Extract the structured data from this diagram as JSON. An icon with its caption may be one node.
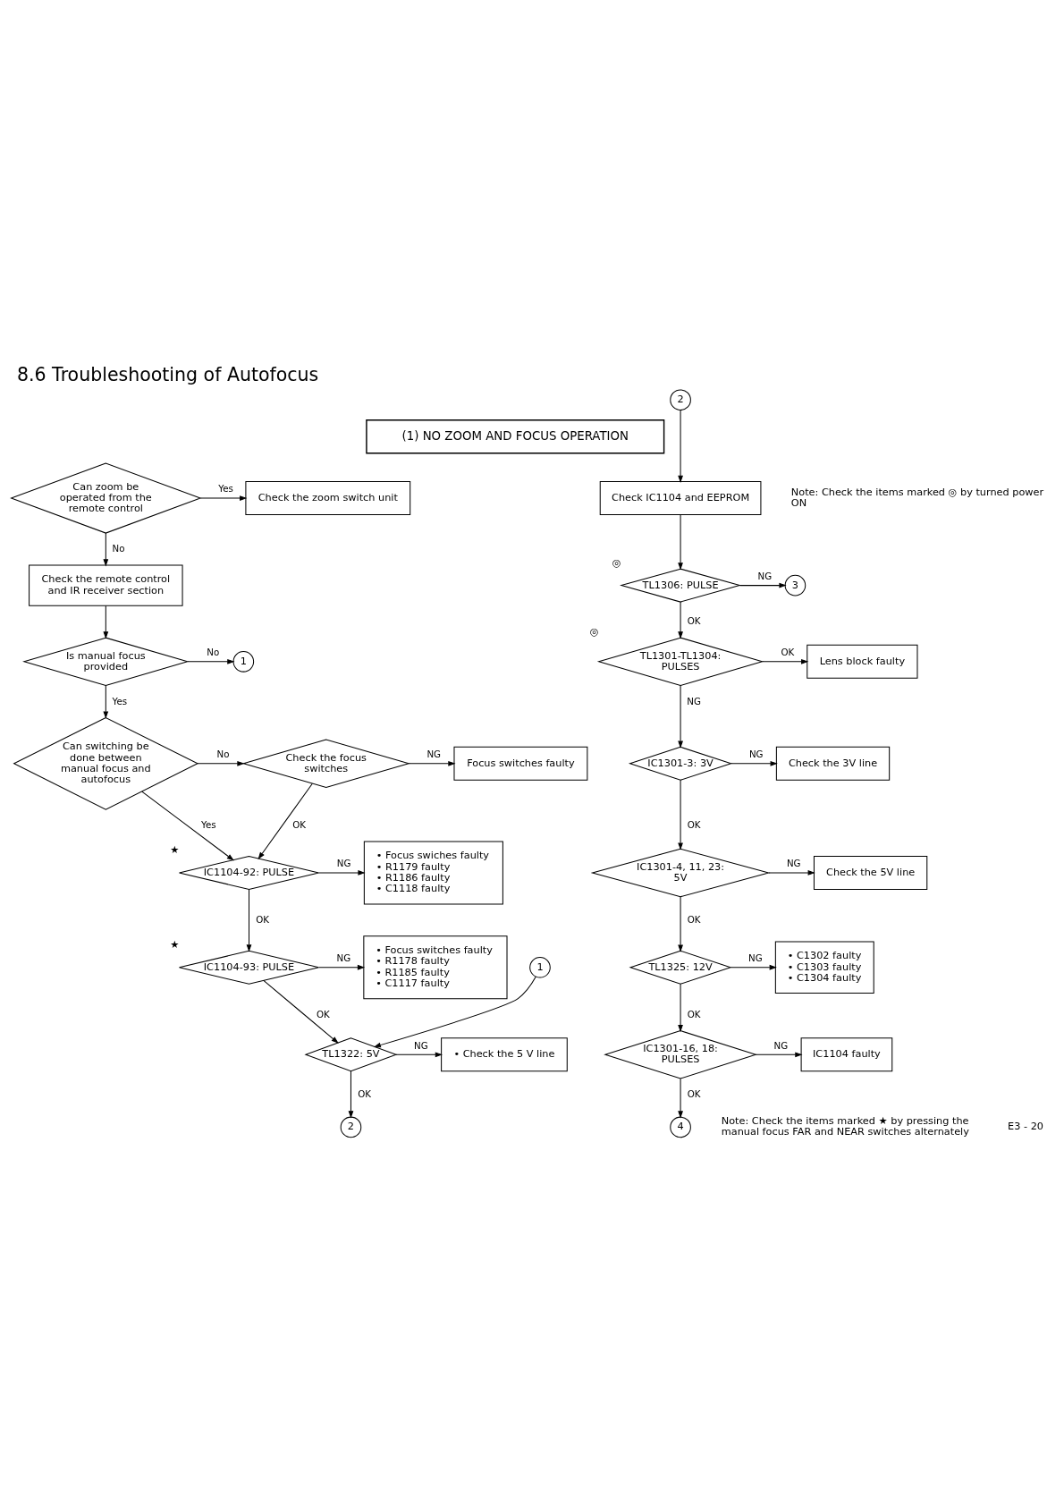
{
  "diagram": {
    "title": "8.6 Troubleshooting of Autofocus",
    "nodes": [
      {
        "text": [
          "(1) NO ZOOM AND FOCUS OPERATION"
        ]
      },
      {
        "text": [
          "Can zoom be operated from the remote control"
        ]
      },
      {
        "text": [
          "Check the zoom switch unit"
        ]
      },
      {
        "text": [
          "Check the remote control and IR receiver section"
        ]
      },
      {
        "text": [
          "Is manual focus provided"
        ]
      },
      {
        "text": [
          "1"
        ]
      },
      {
        "text": [
          "Can switching be done between manual focus and autofocus"
        ]
      },
      {
        "text": [
          "Check the focus switches"
        ]
      },
      {
        "text": [
          "Focus switches faulty"
        ]
      },
      {
        "text": [
          "IC1104-92: PULSE"
        ],
        "beside": [
          "★"
        ]
      },
      {
        "text": [
          "• Focus swiches faulty",
          "• R1179 faulty",
          "• R1186 faulty",
          "• C1118 faulty"
        ]
      },
      {
        "text": [
          "IC1104-93: PULSE"
        ],
        "beside": [
          "★"
        ]
      },
      {
        "text": [
          "• Focus switches faulty",
          "• R1178 faulty",
          "• R1185 faulty",
          "• C1117 faulty"
        ]
      },
      {
        "text": [
          "1"
        ]
      },
      {
        "text": [
          "TL1322: 5V"
        ]
      },
      {
        "text": [
          "• Check the 5 V line"
        ]
      },
      {
        "text": [
          "2"
        ]
      },
      {
        "text": [
          "2"
        ]
      },
      {
        "text": [
          "Check IC1104 and EEPROM"
        ]
      },
      {
        "text": [
          "TL1306: PULSE"
        ],
        "beside": [
          "◎"
        ]
      },
      {
        "text": [
          "3"
        ]
      },
      {
        "text": [
          "TL1301-TL1304: PULSES"
        ],
        "beside": [
          "◎"
        ]
      },
      {
        "text": [
          "Lens block faulty"
        ]
      },
      {
        "text": [
          "IC1301-3: 3V"
        ]
      },
      {
        "text": [
          "Check the 3V line"
        ]
      },
      {
        "text": [
          "IC1301-4, 11, 23: 5V"
        ]
      },
      {
        "text": [
          "Check the 5V line"
        ]
      },
      {
        "text": [
          "TL1325: 12V"
        ]
      },
      {
        "text": [
          "• C1302 faulty",
          "• C1303 faulty",
          "• C1304 faulty"
        ]
      },
      {
        "text": [
          "IC1301-16, 18: PULSES"
        ]
      },
      {
        "text": [
          "IC1104 faulty"
        ]
      },
      {
        "text": [
          "4"
        ]
      }
    ],
    "edges": [
      {
        "from": 1,
        "to": 2,
        "arrow": "to",
        "label": "Yes"
      },
      {
        "from": 1,
        "to": 3,
        "arrow": "to",
        "label": "No"
      },
      {
        "from": 3,
        "to": 4,
        "arrow": "to"
      },
      {
        "from": 4,
        "to": 5,
        "arrow": "to",
        "label": "No"
      },
      {
        "from": 4,
        "to": 6,
        "arrow": "to",
        "label": "Yes"
      },
      {
        "from": 6,
        "to": 7,
        "arrow": "to",
        "label": "No"
      },
      {
        "from": 6,
        "to": 9,
        "arrow": "to",
        "label": "Yes"
      },
      {
        "from": 7,
        "to": 8,
        "arrow": "to",
        "label": "NG"
      },
      {
        "from": 7,
        "to": 9,
        "arrow": "to",
        "label": "OK"
      },
      {
        "from": 9,
        "to": 10,
        "arrow": "to",
        "label": "NG"
      },
      {
        "from": 9,
        "to": 11,
        "arrow": "to",
        "label": "OK"
      },
      {
        "from": 11,
        "to": 12,
        "arrow": "to",
        "label": "NG"
      },
      {
        "from": 11,
        "to": 14,
        "arrow": "to",
        "label": "OK"
      },
      {
        "from": 13,
        "to": 14,
        "arrow": "to"
      },
      {
        "from": 14,
        "to": 15,
        "arrow": "to",
        "label": "NG"
      },
      {
        "from": 14,
        "to": 16,
        "arrow": "to",
        "label": "OK"
      },
      {
        "from": 17,
        "to": 18,
        "arrow": "to"
      },
      {
        "from": 18,
        "to": 19,
        "arrow": "to"
      },
      {
        "from": 19,
        "to": 20,
        "arrow": "to",
        "label": "NG"
      },
      {
        "from": 19,
        "to": 21,
        "arrow": "to",
        "label": "OK"
      },
      {
        "from": 21,
        "to": 22,
        "arrow": "to",
        "label": "OK"
      },
      {
        "from": 21,
        "to": 23,
        "arrow": "to",
        "label": "NG"
      },
      {
        "from": 23,
        "to": 24,
        "arrow": "to",
        "label": "NG"
      },
      {
        "from": 23,
        "to": 25,
        "arrow": "to",
        "label": "OK"
      },
      {
        "from": 25,
        "to": 26,
        "arrow": "to",
        "label": "NG"
      },
      {
        "from": 25,
        "to": 27,
        "arrow": "to",
        "label": "OK"
      },
      {
        "from": 27,
        "to": 28,
        "arrow": "to",
        "label": "NG"
      },
      {
        "from": 27,
        "to": 29,
        "arrow": "to",
        "label": "OK"
      },
      {
        "from": 29,
        "to": 30,
        "arrow": "to",
        "label": "NG"
      },
      {
        "from": 29,
        "to": 31,
        "arrow": "to",
        "label": "OK"
      }
    ],
    "labels": [
      "Note: Check the items marked ★ by pressing the manual focus FAR and NEAR switches alternately",
      "Note: Check the items marked ◎ by turned power ON",
      "E3 - 20"
    ]
  }
}
